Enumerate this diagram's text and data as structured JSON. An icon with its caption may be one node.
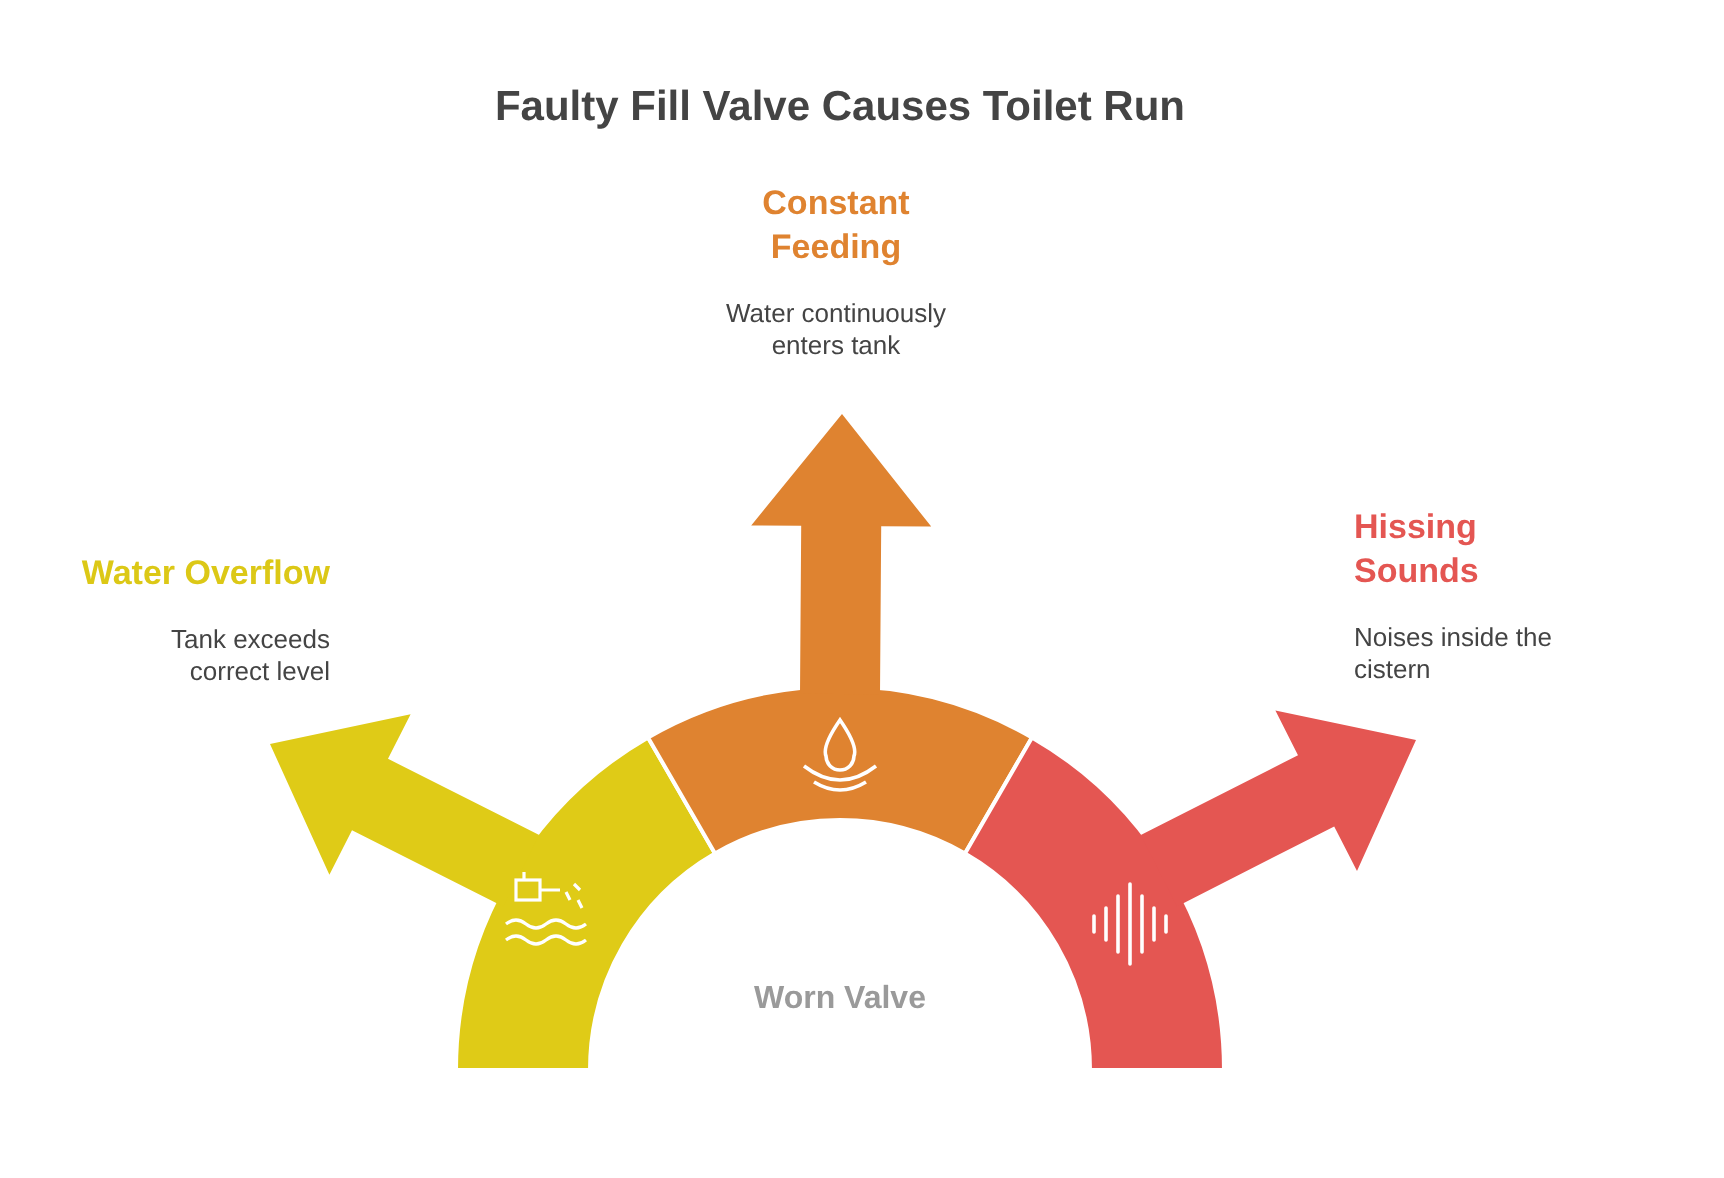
{
  "diagram": {
    "title": "Faulty Fill Valve Causes Toilet Run",
    "nodes": [
      {
        "text": [
          "Water Overflow",
          "Tank exceeds correct level"
        ]
      },
      {
        "text": [
          "Constant Feeding",
          "Water continuously enters tank"
        ]
      },
      {
        "text": [
          "Hissing Sounds",
          "Noises inside the cistern"
        ]
      },
      {
        "text": [],
        "shape": "arc"
      },
      {
        "text": [],
        "shape": "arc"
      },
      {
        "text": [],
        "shape": "arc"
      }
    ],
    "edges": [
      {
        "from": 3,
        "to": 0,
        "arrow": "to",
        "color": "#dfcb17"
      },
      {
        "from": 4,
        "to": 1,
        "arrow": "to",
        "color": "#df8330"
      },
      {
        "from": 5,
        "to": 2,
        "arrow": "to",
        "color": "#e45652"
      }
    ],
    "labels": [
      "Worn Valve"
    ]
  }
}
